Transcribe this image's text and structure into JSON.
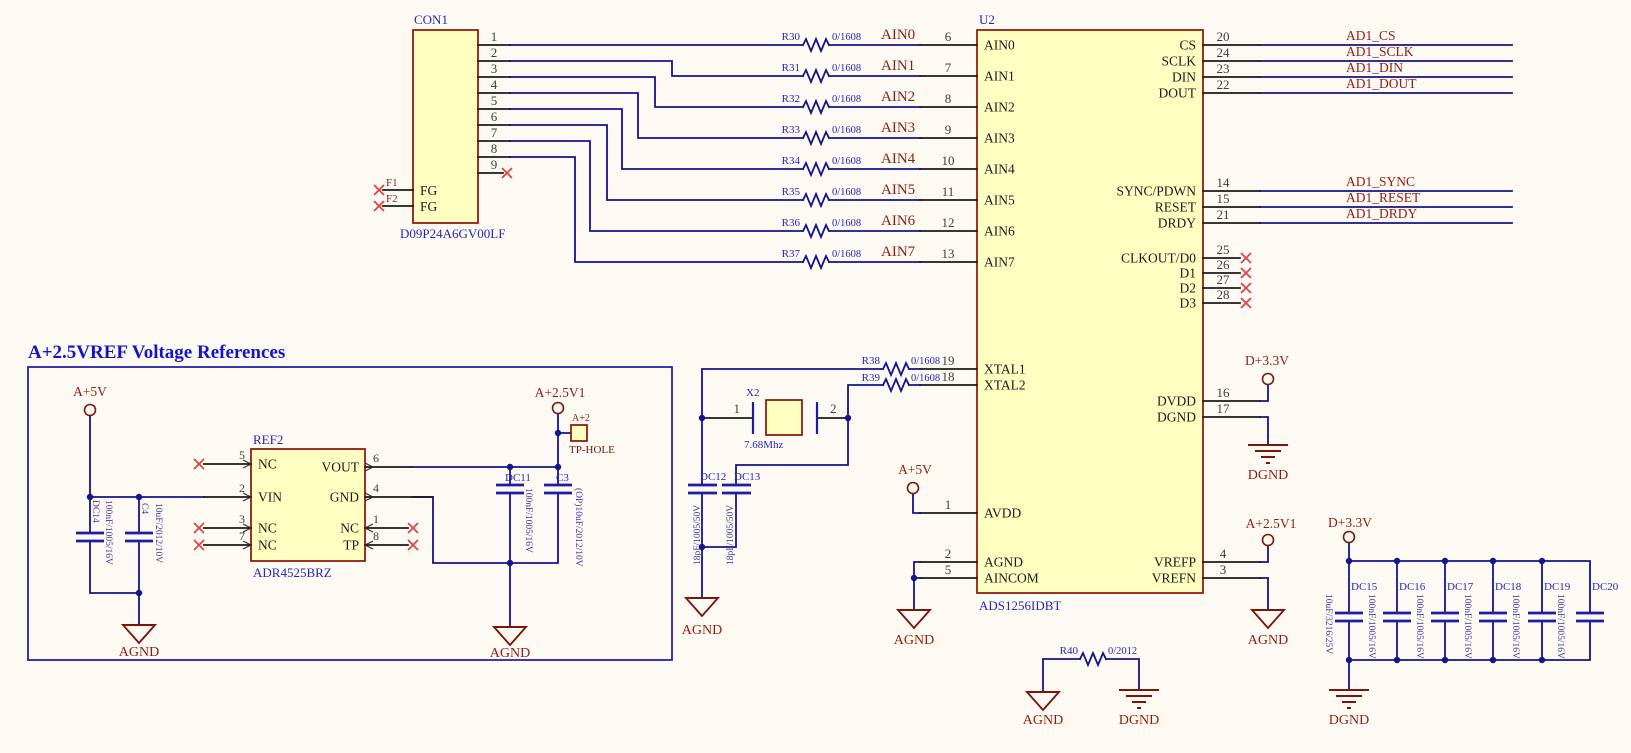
{
  "title": "A+2.5VREF Voltage References",
  "con1": {
    "designator": "CON1",
    "part": "D09P24A6GV00LF",
    "pins": [
      "1",
      "2",
      "3",
      "4",
      "5",
      "6",
      "7",
      "8",
      "9"
    ],
    "fg1": {
      "ref": "F1",
      "name": "FG"
    },
    "fg2": {
      "ref": "F2",
      "name": "FG"
    }
  },
  "ain": [
    {
      "r": "R30",
      "v": "0/1608",
      "net": "AIN0",
      "pin": "6"
    },
    {
      "r": "R31",
      "v": "0/1608",
      "net": "AIN1",
      "pin": "7"
    },
    {
      "r": "R32",
      "v": "0/1608",
      "net": "AIN2",
      "pin": "8"
    },
    {
      "r": "R33",
      "v": "0/1608",
      "net": "AIN3",
      "pin": "9"
    },
    {
      "r": "R34",
      "v": "0/1608",
      "net": "AIN4",
      "pin": "10"
    },
    {
      "r": "R35",
      "v": "0/1608",
      "net": "AIN5",
      "pin": "11"
    },
    {
      "r": "R36",
      "v": "0/1608",
      "net": "AIN6",
      "pin": "12"
    },
    {
      "r": "R37",
      "v": "0/1608",
      "net": "AIN7",
      "pin": "13"
    }
  ],
  "u2": {
    "designator": "U2",
    "part": "ADS1256IDBT",
    "xtal1": {
      "name": "XTAL1",
      "pin": "19"
    },
    "xtal2": {
      "name": "XTAL2",
      "pin": "18"
    },
    "avdd": {
      "name": "AVDD",
      "pin": "1"
    },
    "agnd": {
      "name": "AGND",
      "pin": "2"
    },
    "aincom": {
      "name": "AINCOM",
      "pin": "5"
    },
    "dvdd": {
      "name": "DVDD",
      "pin": "16"
    },
    "dgnd": {
      "name": "DGND",
      "pin": "17"
    },
    "vrefp": {
      "name": "VREFP",
      "pin": "4"
    },
    "vrefn": {
      "name": "VREFN",
      "pin": "3"
    },
    "spi": [
      {
        "name": "CS",
        "pin": "20",
        "net": "AD1_CS"
      },
      {
        "name": "SCLK",
        "pin": "24",
        "net": "AD1_SCLK"
      },
      {
        "name": "DIN",
        "pin": "23",
        "net": "AD1_DIN"
      },
      {
        "name": "DOUT",
        "pin": "22",
        "net": "AD1_DOUT"
      }
    ],
    "ctrl": [
      {
        "name": "SYNC/PDWN",
        "pin": "14",
        "net": "AD1_SYNC"
      },
      {
        "name": "RESET",
        "pin": "15",
        "net": "AD1_RESET"
      },
      {
        "name": "DRDY",
        "pin": "21",
        "net": "AD1_DRDY"
      }
    ],
    "dio": [
      {
        "name": "CLKOUT/D0",
        "pin": "25"
      },
      {
        "name": "D1",
        "pin": "26"
      },
      {
        "name": "D2",
        "pin": "27"
      },
      {
        "name": "D3",
        "pin": "28"
      }
    ]
  },
  "xtal": {
    "designator": "X2",
    "value": "7.68Mhz",
    "p1": "1",
    "p2": "2",
    "r38": {
      "r": "R38",
      "v": "0/1608"
    },
    "r39": {
      "r": "R39",
      "v": "0/1608"
    },
    "dc12": {
      "r": "DC12",
      "v": "18pF/1005/50V"
    },
    "dc13": {
      "r": "DC13",
      "v": "18pF/1005/50V"
    }
  },
  "vref": {
    "dc14": {
      "r": "DC14",
      "v": "100nF/1005/16V"
    },
    "c4": {
      "r": "C4",
      "v": "10uF/2012/10V"
    },
    "ref2": {
      "designator": "REF2",
      "part": "ADR4525BRZ",
      "p5": {
        "pin": "5",
        "name": "NC"
      },
      "p2": {
        "pin": "2",
        "name": "VIN"
      },
      "p3": {
        "pin": "3",
        "name": "NC"
      },
      "p7": {
        "pin": "7",
        "name": "NC"
      },
      "p6": {
        "pin": "6",
        "name": "VOUT"
      },
      "p4": {
        "pin": "4",
        "name": "GND"
      },
      "p1": {
        "pin": "1",
        "name": "NC"
      },
      "p8": {
        "pin": "8",
        "name": "TP"
      }
    },
    "dc11": {
      "r": "DC11",
      "v": "100nF/1005/16V"
    },
    "c3": {
      "r": "C3",
      "v": "(OP)10uF/2012/10V"
    },
    "tp": {
      "ref": "A+2",
      "name": "TP-HOLE"
    }
  },
  "r40": {
    "r": "R40",
    "v": "0/2012"
  },
  "bank": {
    "caps": [
      {
        "r": "DC15",
        "v": "10uF/3216/25V"
      },
      {
        "r": "DC16",
        "v": "100nF/1005/16V"
      },
      {
        "r": "DC17",
        "v": "100nF/1005/16V"
      },
      {
        "r": "DC18",
        "v": "100nF/1005/16V"
      },
      {
        "r": "DC19",
        "v": "100nF/1005/16V"
      },
      {
        "r": "DC20",
        "v": "100nF/1005/16V"
      }
    ]
  },
  "power": {
    "a5v": "A+5V",
    "a25v1": "A+2.5V1",
    "d33v": "D+3.3V",
    "agnd": "AGND",
    "dgnd": "DGND"
  }
}
